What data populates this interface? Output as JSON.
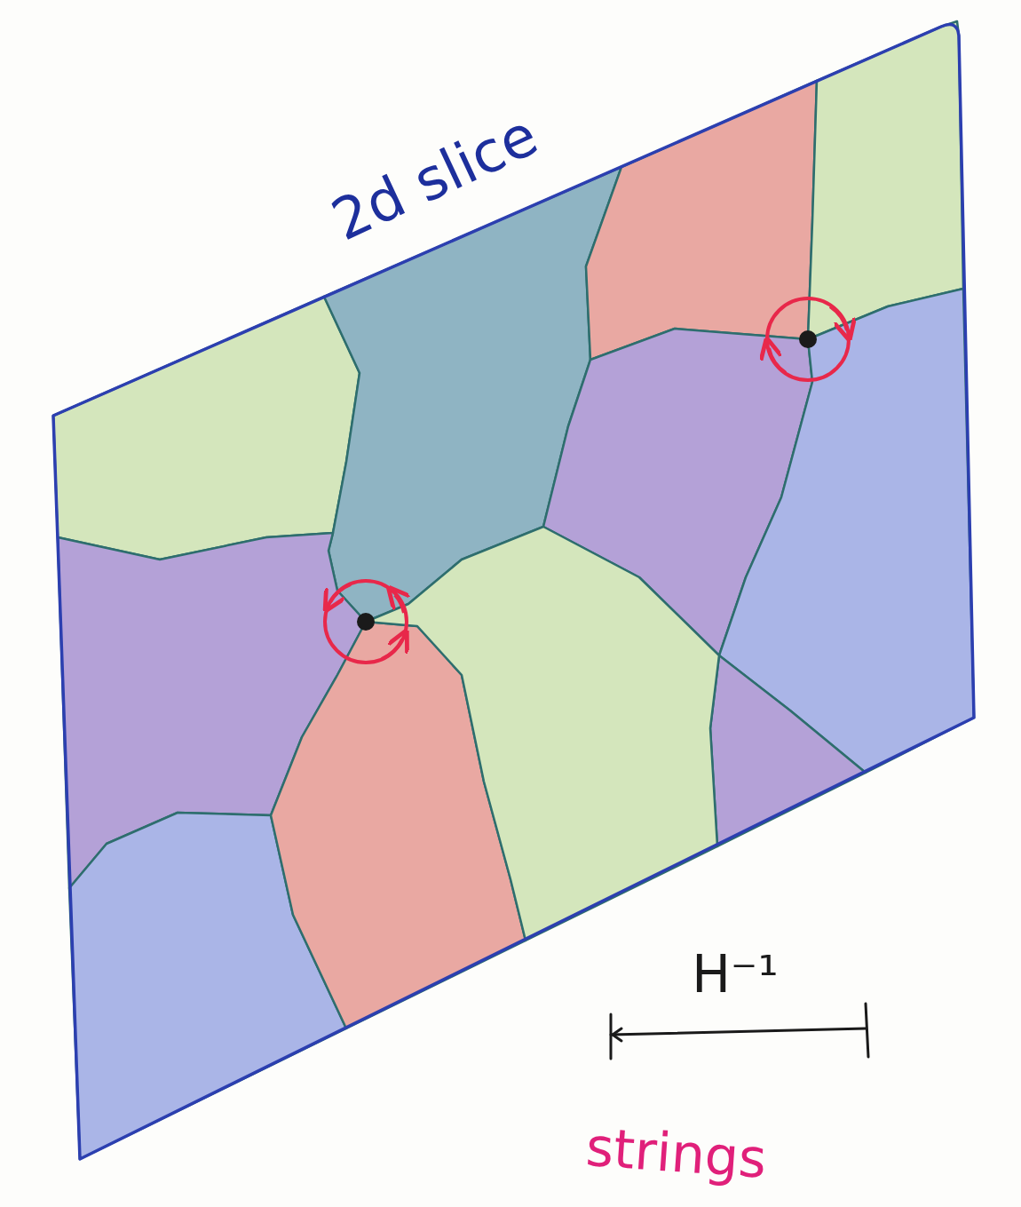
{
  "diagram": {
    "labels": [
      "2d slice",
      "H⁻¹",
      "strings"
    ]
  }
}
